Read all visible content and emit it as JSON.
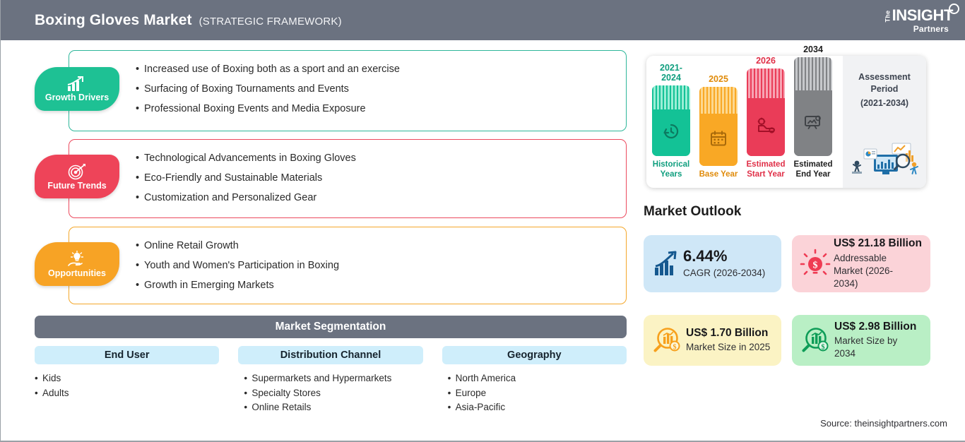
{
  "header": {
    "title": "Boxing Gloves Market",
    "subtitle": "(STRATEGIC FRAMEWORK)",
    "logo": {
      "the": "The",
      "insight": "INSIGHT",
      "partners": "Partners"
    },
    "bg_color": "#6b7280"
  },
  "sections": [
    {
      "badge_label": "Growth Drivers",
      "icon": "bar-chart-arrow-icon",
      "color": "#1ec194",
      "border_color": "#2eb79a",
      "bullets": [
        "Increased use of Boxing both as a sport and an exercise",
        "Surfacing of Boxing Tournaments and Events",
        "Professional Boxing Events and Media Exposure"
      ]
    },
    {
      "badge_label": "Future Trends",
      "icon": "target-dart-icon",
      "color": "#ee4459",
      "border_color": "#ec4a5e",
      "bullets": [
        "Technological Advancements in Boxing Gloves",
        "Eco-Friendly and Sustainable Materials",
        "Customization and Personalized Gear"
      ]
    },
    {
      "badge_label": "Opportunities",
      "icon": "hand-lightbulb-icon",
      "color": "#f7a325",
      "border_color": "#f4a72a",
      "bullets": [
        "Online Retail Growth",
        "Youth and Women's Participation in Boxing",
        "Growth in Emerging Markets"
      ]
    }
  ],
  "segmentation": {
    "title": "Market Segmentation",
    "columns": [
      {
        "title": "End User",
        "items": [
          "Kids",
          "Adults"
        ]
      },
      {
        "title": "Distribution Channel",
        "items": [
          "Supermarkets and Hypermarkets",
          "Specialty Stores",
          "Online Retails"
        ]
      },
      {
        "title": "Geography",
        "items": [
          "North America",
          "Europe",
          "Asia-Pacific"
        ]
      }
    ]
  },
  "chart_data": {
    "type": "bar",
    "title": "Assessment Period Timeline",
    "categories": [
      "Historical Years",
      "Base Year",
      "Estimated Start Year",
      "Estimated End Year"
    ],
    "tick_labels": [
      "2021-2024",
      "2025",
      "2026",
      "2034"
    ],
    "values": [
      100,
      112,
      124,
      140
    ],
    "ylabel": "",
    "xlabel": "",
    "grid": false,
    "legend": "none",
    "bars": [
      {
        "year": "2021-2024",
        "label": "Historical Years",
        "color": "#13c296",
        "stripe_color": "#7fe0c6",
        "icon": "history-clock-icon",
        "height": 100
      },
      {
        "year": "2025",
        "label": "Base Year",
        "color": "#f9a825",
        "stripe_color": "#fcc96b",
        "icon": "calendar-icon",
        "height": 112
      },
      {
        "year": "2026",
        "label": "Estimated Start Year",
        "color": "#ea3c58",
        "stripe_color": "#f5869a",
        "icon": "forecast-chart-icon",
        "height": 124
      },
      {
        "year": "2034",
        "label": "Estimated End Year",
        "color": "#808285",
        "stripe_color": "#b6b8bb",
        "icon": "presentation-icon",
        "height": 140
      }
    ],
    "assessment": {
      "title_line1": "Assessment",
      "title_line2": "Period",
      "years": "(2021-2034)",
      "illustration": "analytics-dashboard-illustration"
    }
  },
  "outlook": {
    "title": "Market Outlook",
    "cards": [
      {
        "name": "cagr",
        "icon": "growth-chart-icon",
        "value": "6.44%",
        "label": "CAGR (2026-2034)",
        "bg": "#cfe7f7",
        "icon_color": "#15588f"
      },
      {
        "name": "addressable-market",
        "icon": "lightbulb-dollar-icon",
        "value": "US$ 21.18 Billion",
        "label": "Addressable Market (2026-2034)",
        "bg": "#fbd3d8",
        "icon_color": "#ef3b53"
      },
      {
        "name": "market-size-2025",
        "icon": "magnifier-chart-icon",
        "value": "US$ 1.70 Billion",
        "label": "Market Size in 2025",
        "bg": "#fbf3c4",
        "icon_color": "#f7a01c"
      },
      {
        "name": "market-size-2034",
        "icon": "magnifier-chart-icon",
        "value": "US$ 2.98 Billion",
        "label": "Market Size by 2034",
        "bg": "#b9efc5",
        "icon_color": "#0f9d58"
      }
    ]
  },
  "source": "Source: theinsightpartners.com"
}
